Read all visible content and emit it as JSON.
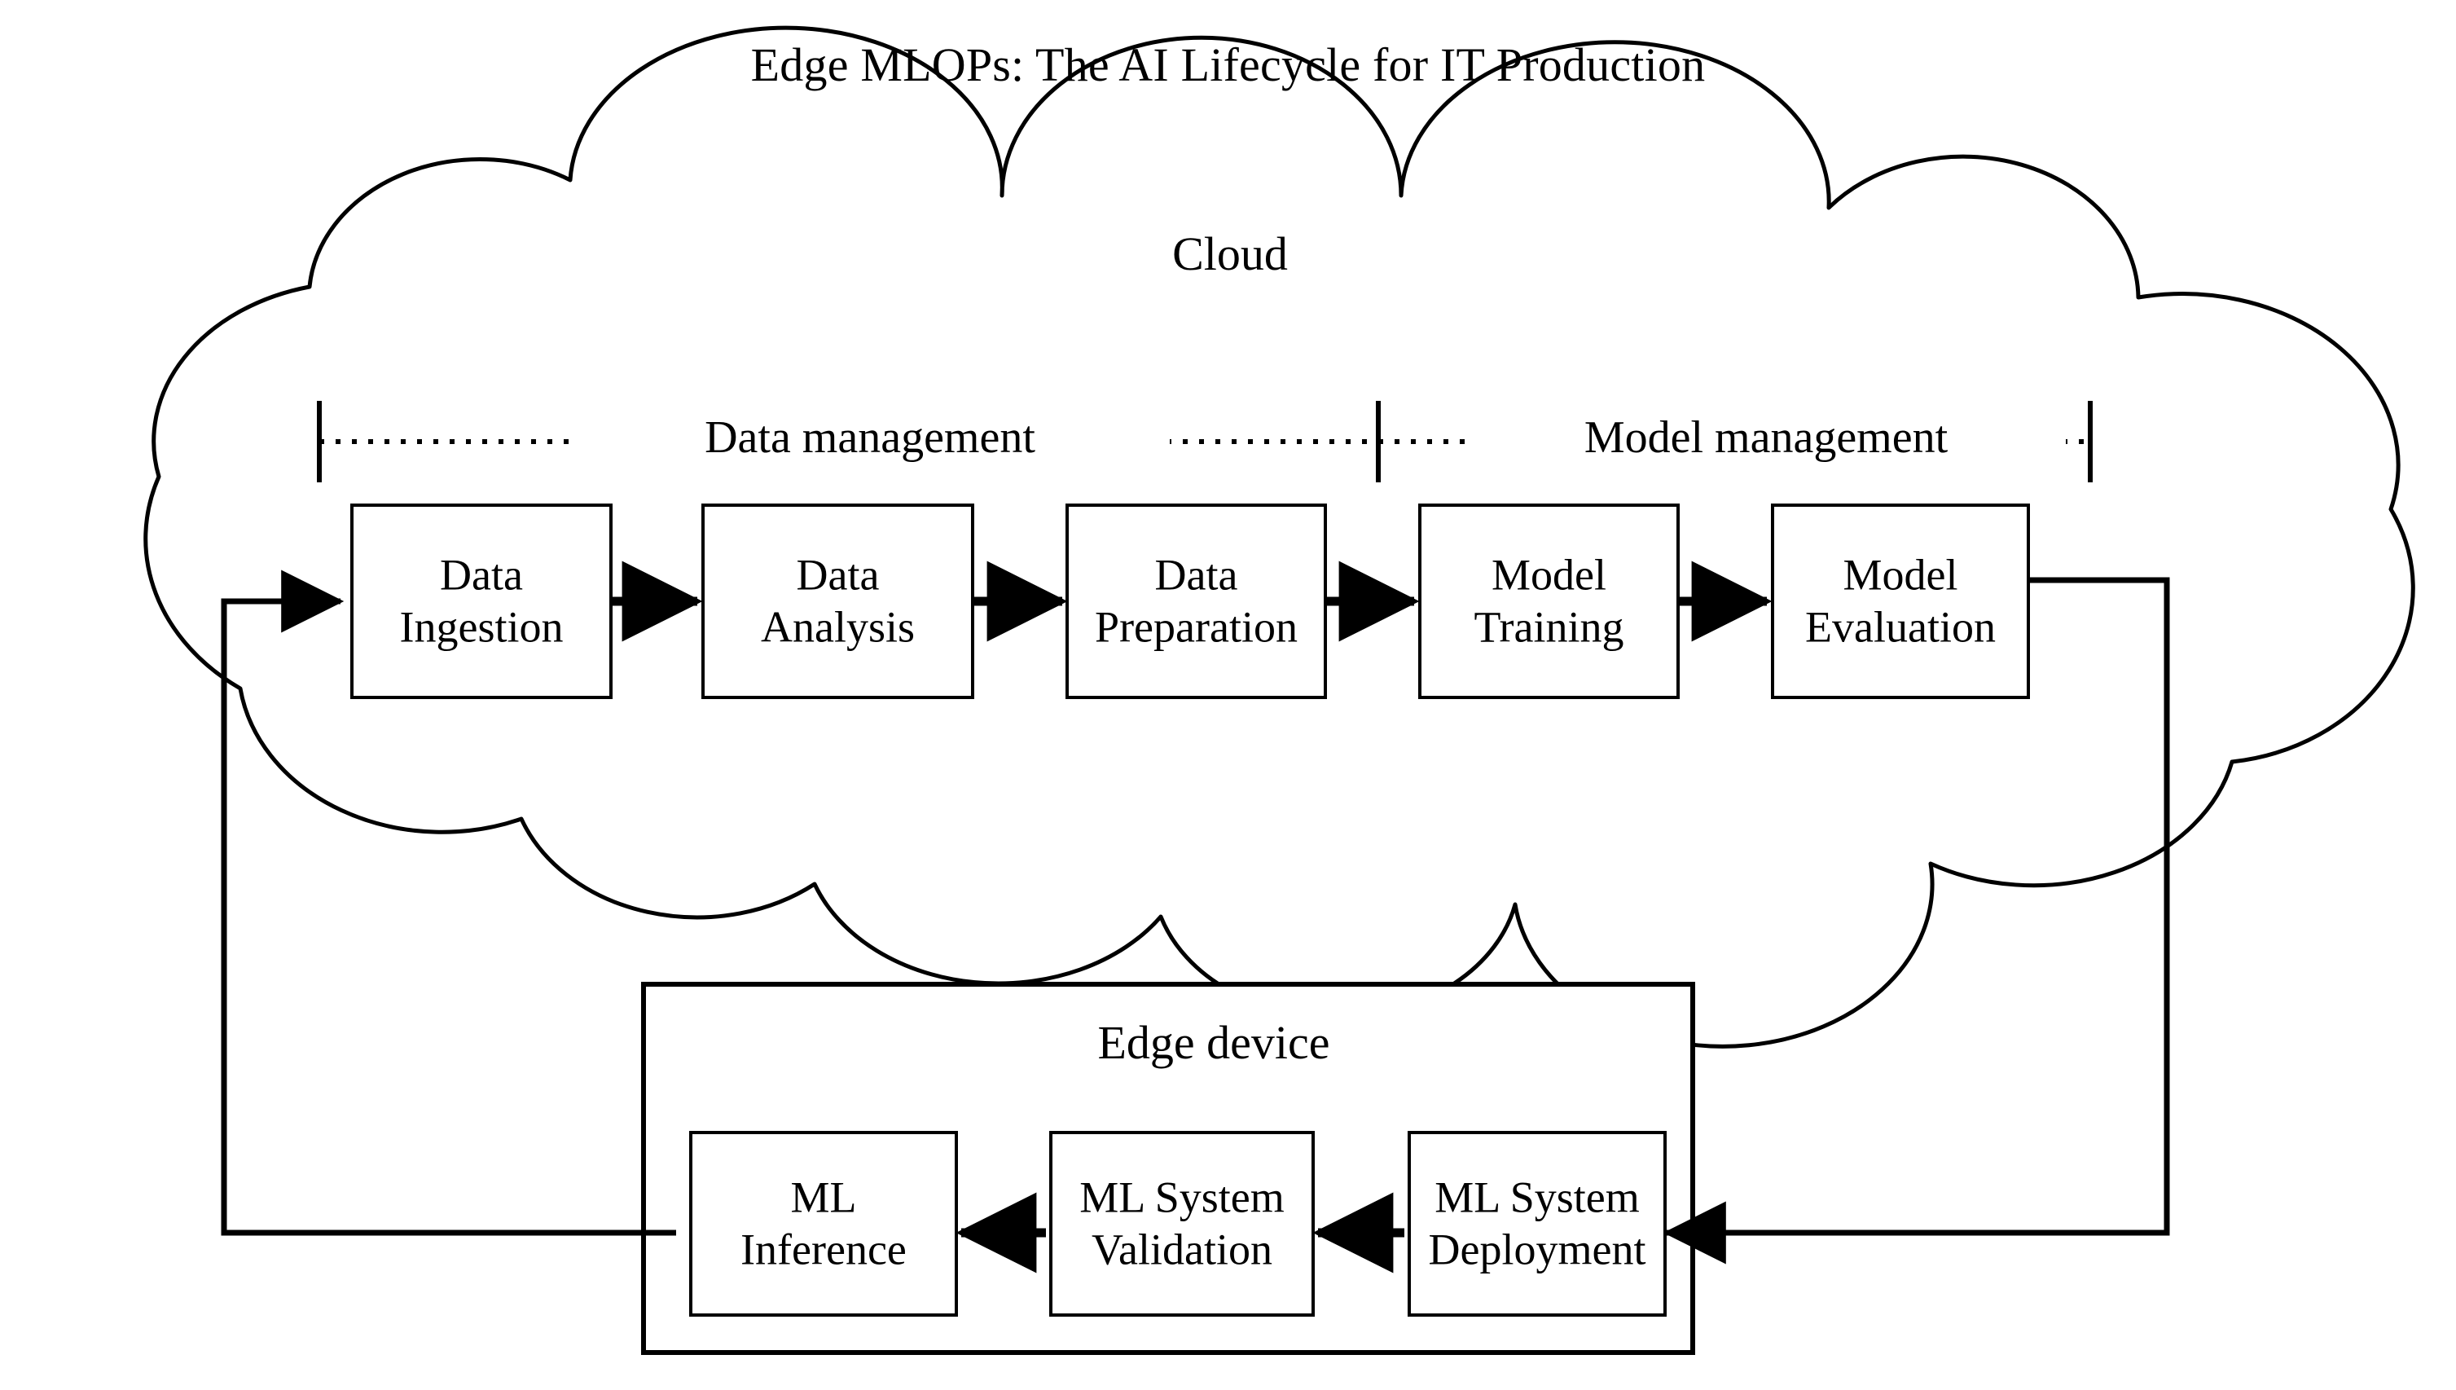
{
  "title": "Edge MLOPs: The AI Lifecycle for IT Production",
  "cloud": {
    "label": "Cloud",
    "bands": [
      {
        "label": "Data management"
      },
      {
        "label": "Model management"
      }
    ],
    "nodes": [
      {
        "line1": "Data",
        "line2": "Ingestion"
      },
      {
        "line1": "Data",
        "line2": "Analysis"
      },
      {
        "line1": "Data",
        "line2": "Preparation"
      },
      {
        "line1": "Model",
        "line2": "Training"
      },
      {
        "line1": "Model",
        "line2": "Evaluation"
      }
    ]
  },
  "edge_device": {
    "label": "Edge device",
    "nodes": [
      {
        "line1": "ML",
        "line2": "Inference"
      },
      {
        "line1": "ML System",
        "line2": "Validation"
      },
      {
        "line1": "ML System",
        "line2": "Deployment"
      }
    ]
  },
  "colors": {
    "stroke": "#000000",
    "background": "#ffffff"
  }
}
